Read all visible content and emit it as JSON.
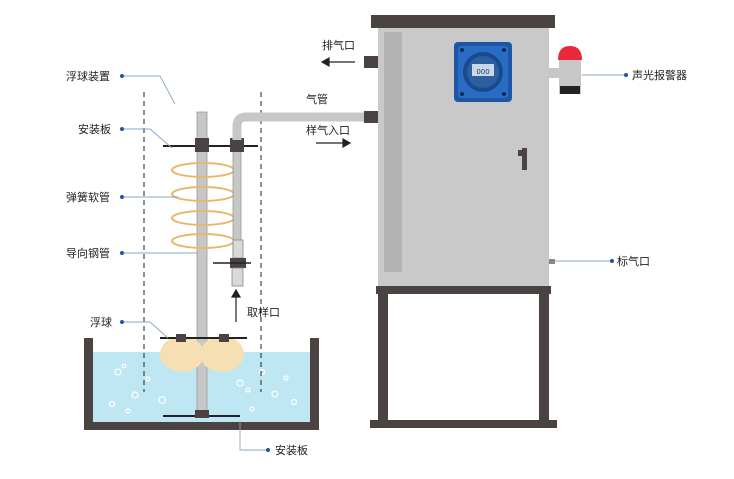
{
  "labels": {
    "float_device": "浮球装置",
    "mount_plate_top": "安装板",
    "spring_hose": "弹簧软管",
    "guide_tube": "导向钢管",
    "float_ball": "浮球",
    "mount_plate_bottom": "安装板",
    "sample_port": "取样口",
    "exhaust_port": "排气口",
    "air_pipe": "气管",
    "sample_inlet": "样气入口",
    "alarm": "声光报警器",
    "cal_port": "标气口"
  },
  "colors": {
    "cabinet": "#c9c9c9",
    "cabinet_frame": "#4a4342",
    "water": "#bfe6f3",
    "tank": "#4a4342",
    "float": "#f6dfb3",
    "spring": "#e8b96a",
    "pipe": "#c7c7c7",
    "alarm_red": "#e8283c",
    "detector_blue": "#1e56a5",
    "leader": "#8aa7c4"
  },
  "icons": {
    "detector": "gas-detector-icon",
    "alarm": "beacon-alarm-icon",
    "exhaust_arrow": "arrow-left-icon",
    "inlet_arrow": "arrow-right-icon",
    "sample_arrow": "arrow-up-icon"
  }
}
